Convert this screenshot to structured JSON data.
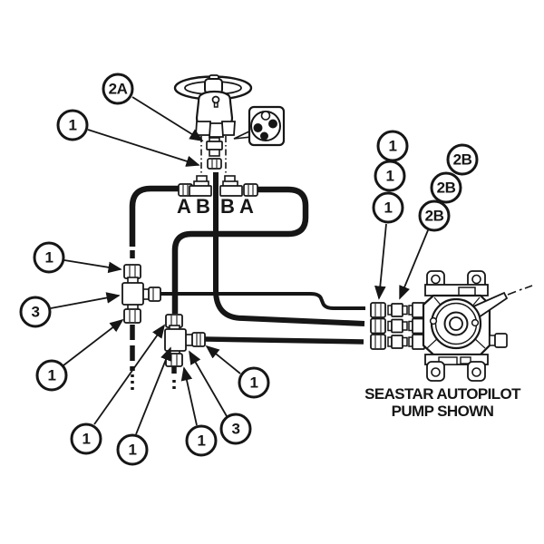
{
  "colors": {
    "ink": "#161616",
    "paper": "#ffffff"
  },
  "helm": {
    "port_labels": [
      "A",
      "B",
      "B",
      "A"
    ]
  },
  "pump": {
    "caption_line1": "SEASTAR AUTOPILOT",
    "caption_line2": "PUMP SHOWN"
  },
  "callouts": [
    {
      "id": "helm-fitting",
      "label": "2A"
    },
    {
      "id": "helm-nut",
      "label": "1"
    },
    {
      "id": "left-tee-top-nut",
      "label": "1"
    },
    {
      "id": "left-tee-body",
      "label": "3"
    },
    {
      "id": "left-tee-bottom-nut",
      "label": "1"
    },
    {
      "id": "lower-tee-top-nut",
      "label": "1"
    },
    {
      "id": "lower-tee-left",
      "label": "1"
    },
    {
      "id": "lower-tee-bottom-nut",
      "label": "1"
    },
    {
      "id": "lower-tee-body",
      "label": "3"
    },
    {
      "id": "lower-tee-right-nut",
      "label": "1"
    },
    {
      "id": "pump-line-nut-1",
      "label": "1"
    },
    {
      "id": "pump-line-nut-2",
      "label": "1"
    },
    {
      "id": "pump-line-nut-3",
      "label": "1"
    },
    {
      "id": "pump-fitting-1",
      "label": "2B"
    },
    {
      "id": "pump-fitting-2",
      "label": "2B"
    },
    {
      "id": "pump-fitting-3",
      "label": "2B"
    }
  ]
}
